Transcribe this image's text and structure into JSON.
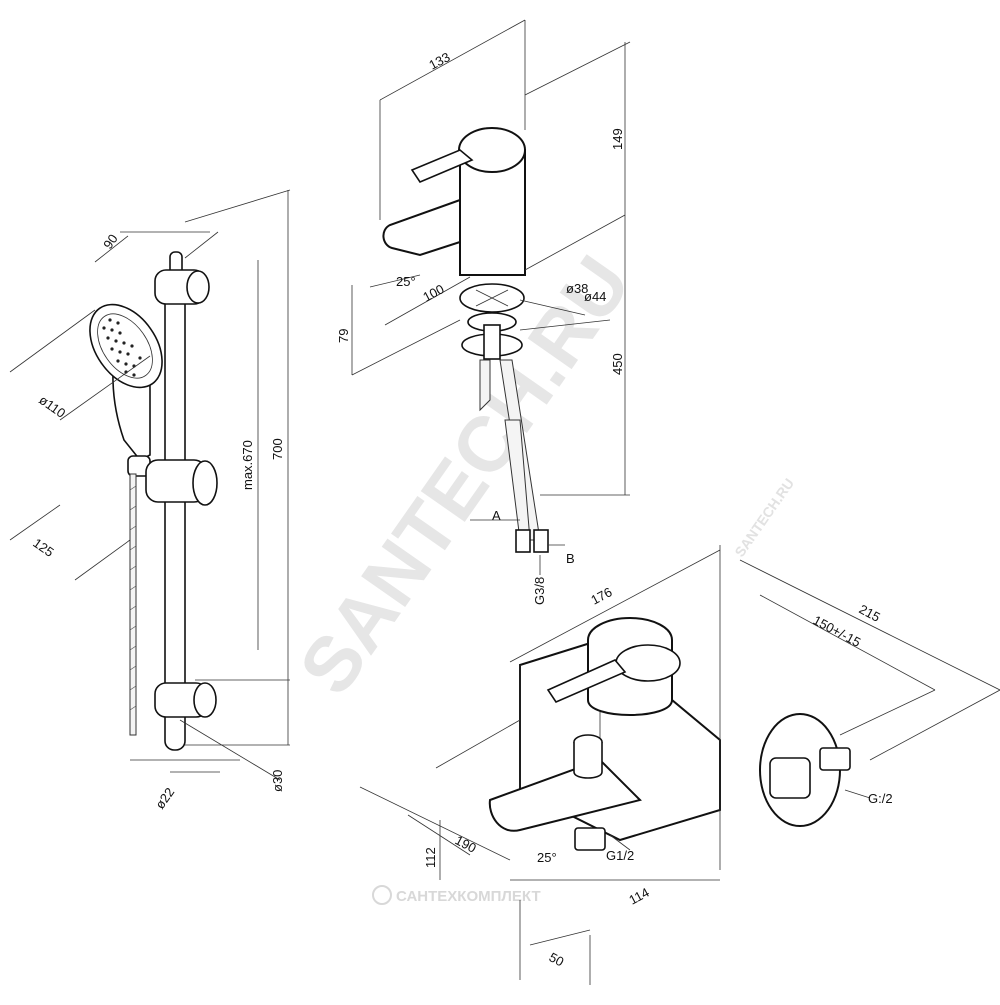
{
  "watermarks": {
    "main": "SANTECH.RU",
    "small": "SANTECH.RU",
    "bottom": "САНТЕХКОМПЛЕКТ"
  },
  "shower_set": {
    "dims": {
      "d90": "90",
      "d110": "ø110",
      "d125": "125",
      "max670": "max.670",
      "d700": "700",
      "d22": "ø22",
      "d30": "ø30"
    }
  },
  "basin_mixer": {
    "dims": {
      "d133": "133",
      "d149": "149",
      "angle": "25°",
      "d100": "100",
      "d79": "79",
      "d38": "ø38",
      "d44": "ø44",
      "d450": "450",
      "labelA": "A",
      "labelB": "B",
      "thread": "G3/8"
    }
  },
  "bath_mixer": {
    "dims": {
      "d176": "176",
      "d215": "215",
      "d150": "150+/-15",
      "g12right": "G:/2",
      "d112": "112",
      "d190": "190",
      "angle": "25°",
      "g12": "G1/2",
      "d114": "114",
      "d50": "50"
    }
  }
}
